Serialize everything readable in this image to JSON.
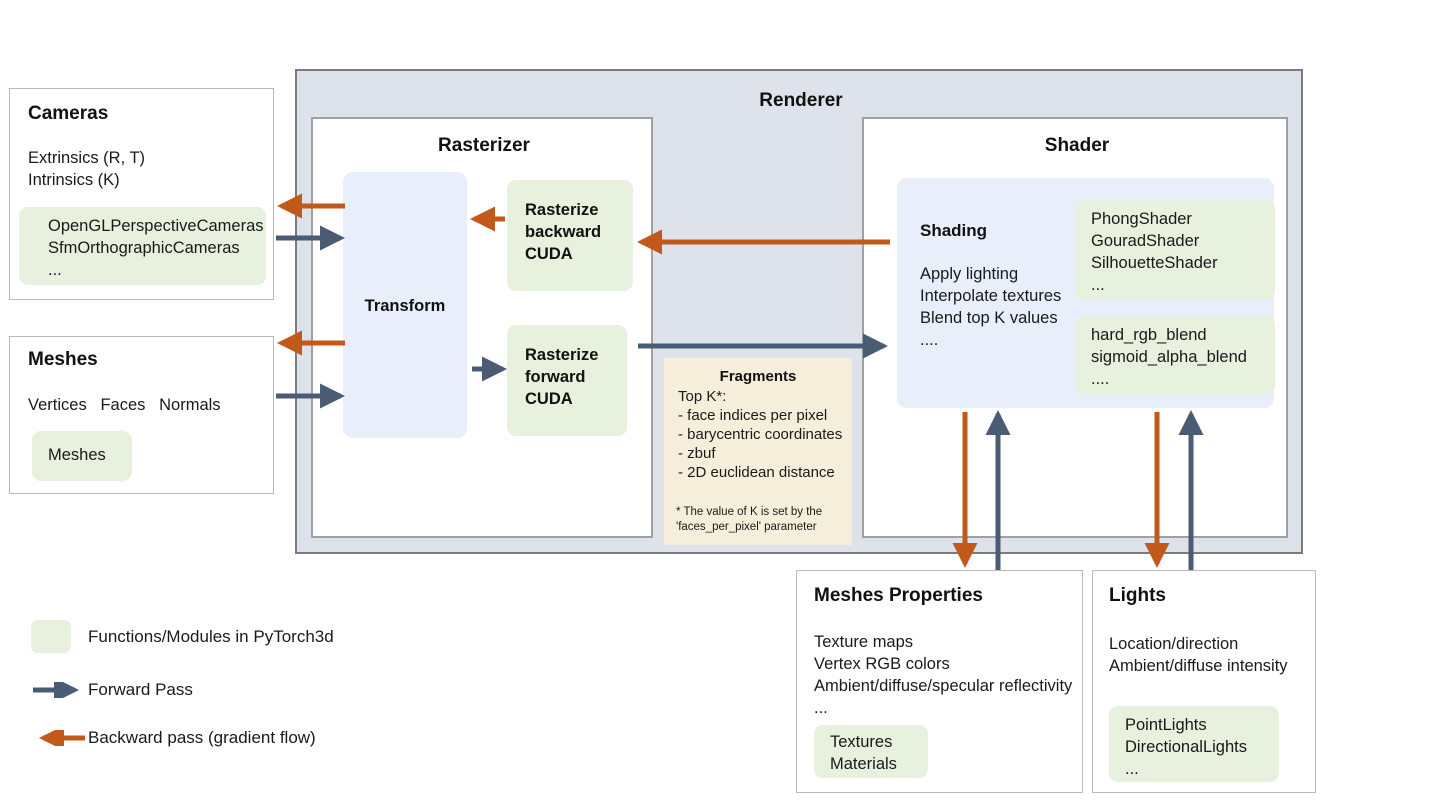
{
  "colors": {
    "forward": "#4a5c74",
    "backward": "#c1591a",
    "module_green": "#e8f0de",
    "soft_blue": "#e8eefa",
    "renderer_bg": "#dee2ea",
    "fragments_bg": "#f5eeda",
    "border_grey": "#a0a0a0"
  },
  "cameras": {
    "title": "Cameras",
    "lines": [
      "Extrinsics (R, T)",
      "Intrinsics (K)"
    ],
    "module_lines": [
      "OpenGLPerspectiveCameras",
      "SfmOrthographicCameras",
      "..."
    ]
  },
  "meshes": {
    "title": "Meshes",
    "lines": [
      "Vertices   Faces   Normals"
    ],
    "module_lines": [
      "Meshes"
    ]
  },
  "renderer": {
    "title": "Renderer",
    "rasterizer": {
      "title": "Rasterizer",
      "transform_label": "Transform",
      "backward_label": "Rasterize\nbackward\nCUDA",
      "backward_label_lines": [
        "Rasterize",
        "backward",
        "CUDA"
      ],
      "forward_label_lines": [
        "Rasterize",
        "forward",
        "CUDA"
      ]
    },
    "fragments": {
      "title": "Fragments",
      "lines": [
        "Top K*:",
        "- face indices per pixel",
        "- barycentric coordinates",
        "- zbuf",
        "- 2D euclidean distance"
      ],
      "note_lines": [
        "* The value of K is set by the",
        "'faces_per_pixel' parameter"
      ]
    },
    "shader": {
      "title": "Shader",
      "shading_title": "Shading",
      "shading_lines": [
        "Apply lighting",
        "Interpolate textures",
        "Blend top K values",
        "...."
      ],
      "shader_modules": [
        "PhongShader",
        "GouradShader",
        "SilhouetteShader",
        "..."
      ],
      "blend_modules": [
        "hard_rgb_blend",
        "sigmoid_alpha_blend",
        "...."
      ]
    }
  },
  "meshes_properties": {
    "title": "Meshes Properties",
    "lines": [
      "Texture maps",
      "Vertex RGB colors",
      "Ambient/diffuse/specular reflectivity",
      "..."
    ],
    "module_lines": [
      "Textures",
      "Materials"
    ]
  },
  "lights": {
    "title": "Lights",
    "lines": [
      "Location/direction",
      "Ambient/diffuse intensity"
    ],
    "module_lines": [
      "PointLights",
      "DirectionalLights",
      "..."
    ]
  },
  "legend": {
    "items": [
      {
        "kind": "swatch",
        "label": "Functions/Modules in PyTorch3d"
      },
      {
        "kind": "forward-arrow",
        "label": "Forward Pass"
      },
      {
        "kind": "backward-arrow",
        "label": "Backward pass (gradient flow)"
      }
    ]
  }
}
